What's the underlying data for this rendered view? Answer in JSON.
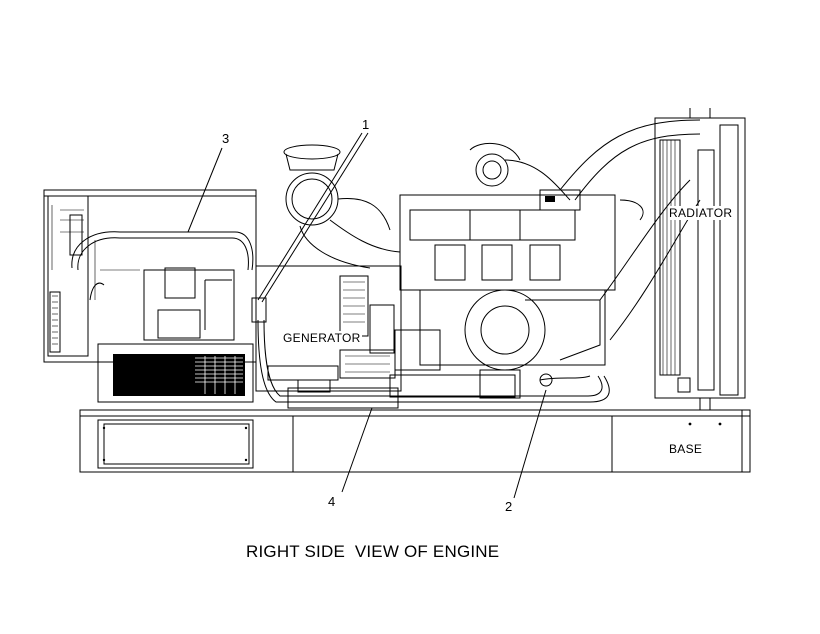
{
  "callouts": {
    "c1": "1",
    "c2": "2",
    "c3": "3",
    "c4": "4"
  },
  "parts": {
    "generator": "GENERATOR",
    "radiator": "RADIATOR",
    "base": "BASE"
  },
  "caption": "RIGHT SIDE  VIEW OF ENGINE",
  "colors": {
    "ink": "#000000",
    "paper": "#ffffff"
  }
}
